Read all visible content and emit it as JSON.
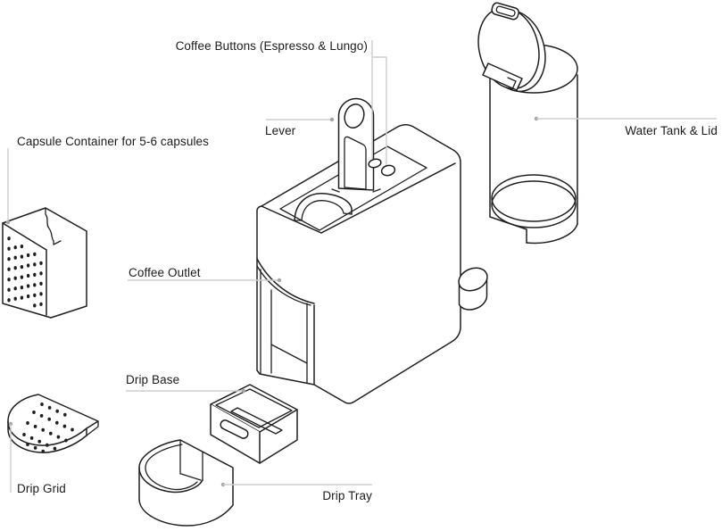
{
  "diagram": {
    "background": "#ffffff",
    "line_color": "#221e1f",
    "leader_color": "#cdcdcd",
    "label_color": "#1c1a1b",
    "labels": {
      "coffee_buttons": "Coffee Buttons (Espresso & Lungo)",
      "lever": "Lever",
      "water_tank": "Water Tank & Lid",
      "capsule_container": "Capsule Container for 5-6 capsules",
      "coffee_outlet": "Coffee Outlet",
      "drip_base": "Drip Base",
      "drip_grid": "Drip Grid",
      "drip_tray": "Drip Tray"
    }
  }
}
